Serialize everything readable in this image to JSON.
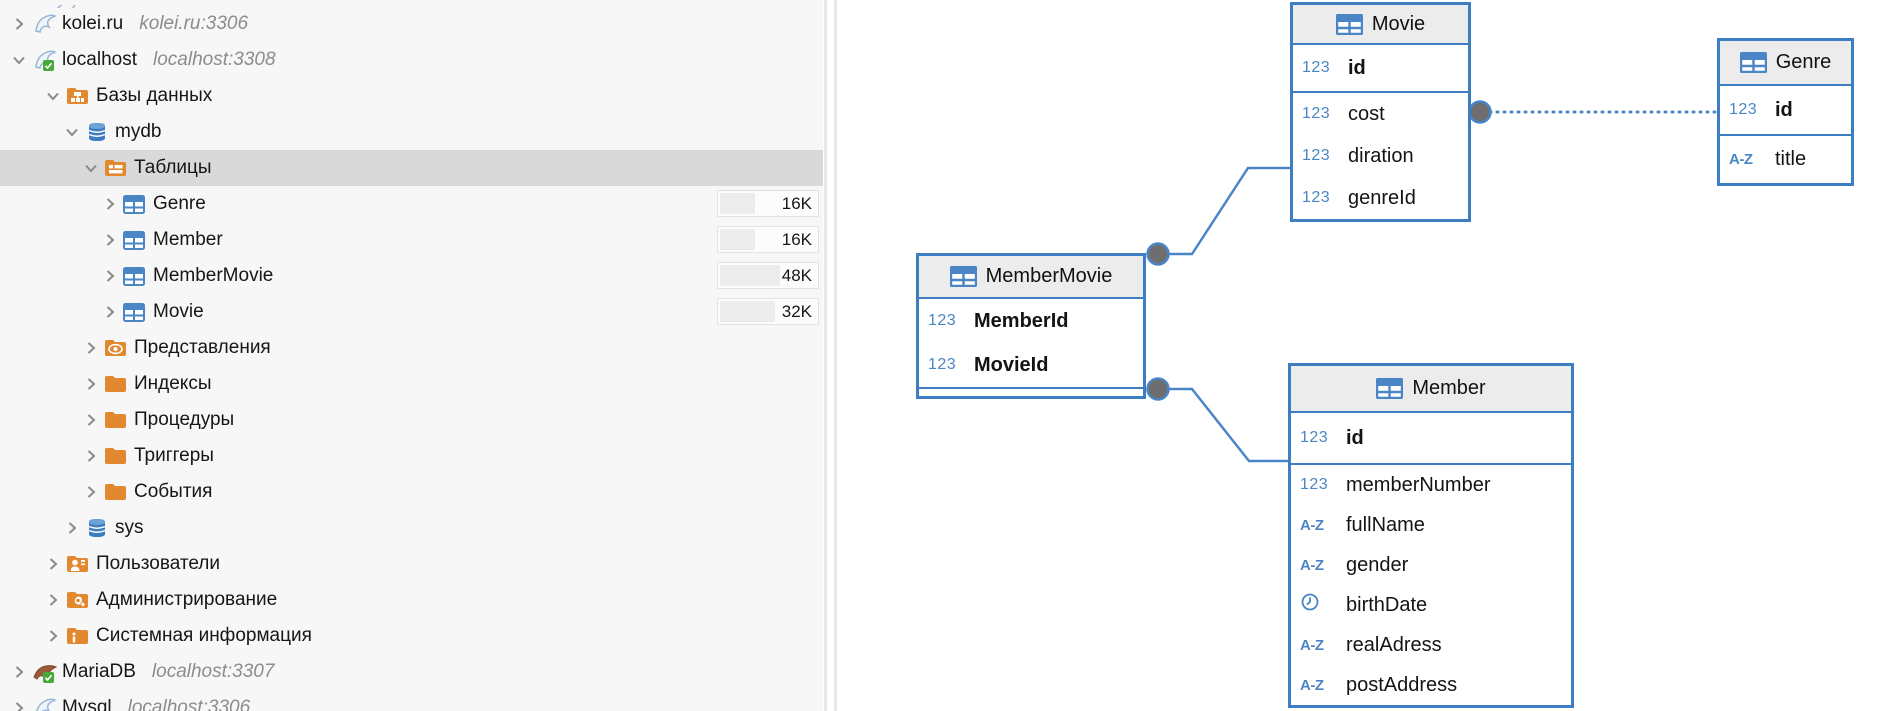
{
  "app": {
    "name": "DBeaver database navigator with ER diagram"
  },
  "colors": {
    "accent_blue": "#3d7dc1",
    "icon_blue": "#4a86c6",
    "folder_orange": "#e2882f",
    "selected_row": "#d9d9d9",
    "panel_bg": "#f7f7f7",
    "detail_gray": "#8c8c8c",
    "connector_dot": "#6e6e6e",
    "check_green": "#47a83c"
  },
  "navigator": {
    "rows": [
      {
        "key": "kolei-ru",
        "label": "kolei.ru",
        "detail": "kolei.ru:3306",
        "depth": 0,
        "chevron": "collapsed",
        "icon": "mysql-dolphin-icon"
      },
      {
        "key": "localhost",
        "label": "localhost",
        "detail": "localhost:3308",
        "depth": 0,
        "chevron": "expanded",
        "icon": "mysql-dolphin-connected-icon"
      },
      {
        "key": "databases",
        "label": "Базы данных",
        "depth": 1,
        "chevron": "expanded",
        "icon": "databases-folder-icon"
      },
      {
        "key": "mydb",
        "label": "mydb",
        "depth": 2,
        "chevron": "expanded",
        "icon": "database-icon"
      },
      {
        "key": "tables-folder",
        "label": "Таблицы",
        "depth": 3,
        "chevron": "expanded",
        "icon": "tables-folder-icon",
        "selected": true
      },
      {
        "key": "genre",
        "label": "Genre",
        "depth": 4,
        "chevron": "collapsed",
        "icon": "table-icon",
        "size": "16K",
        "size_fill_pct": 35
      },
      {
        "key": "member",
        "label": "Member",
        "depth": 4,
        "chevron": "collapsed",
        "icon": "table-icon",
        "size": "16K",
        "size_fill_pct": 35
      },
      {
        "key": "membermovie",
        "label": "MemberMovie",
        "depth": 4,
        "chevron": "collapsed",
        "icon": "table-icon",
        "size": "48K",
        "size_fill_pct": 60
      },
      {
        "key": "movie",
        "label": "Movie",
        "depth": 4,
        "chevron": "collapsed",
        "icon": "table-icon",
        "size": "32K",
        "size_fill_pct": 55
      },
      {
        "key": "views",
        "label": "Представления",
        "depth": 3,
        "chevron": "collapsed",
        "icon": "views-folder-icon"
      },
      {
        "key": "indexes",
        "label": "Индексы",
        "depth": 3,
        "chevron": "collapsed",
        "icon": "folder-icon"
      },
      {
        "key": "procedures",
        "label": "Процедуры",
        "depth": 3,
        "chevron": "collapsed",
        "icon": "folder-icon"
      },
      {
        "key": "triggers",
        "label": "Триггеры",
        "depth": 3,
        "chevron": "collapsed",
        "icon": "folder-icon"
      },
      {
        "key": "events",
        "label": "События",
        "depth": 3,
        "chevron": "collapsed",
        "icon": "folder-icon"
      },
      {
        "key": "sys",
        "label": "sys",
        "depth": 2,
        "chevron": "collapsed",
        "icon": "database-icon"
      },
      {
        "key": "users",
        "label": "Пользователи",
        "depth": 1,
        "chevron": "collapsed",
        "icon": "users-folder-icon"
      },
      {
        "key": "administration",
        "label": "Администрирование",
        "depth": 1,
        "chevron": "collapsed",
        "icon": "admin-folder-icon"
      },
      {
        "key": "system-info",
        "label": "Системная информация",
        "depth": 1,
        "chevron": "collapsed",
        "icon": "info-folder-icon"
      },
      {
        "key": "mariadb",
        "label": "MariaDB",
        "detail": "localhost:3307",
        "depth": 0,
        "chevron": "collapsed",
        "icon": "mariadb-connected-icon"
      },
      {
        "key": "mysql",
        "label": "Mysql",
        "detail": "localhost:3306",
        "depth": 0,
        "chevron": "collapsed",
        "icon": "mysql-dolphin-icon"
      }
    ]
  },
  "diagram": {
    "tables": [
      {
        "name": "Movie",
        "columns": [
          {
            "type": "number",
            "name": "id",
            "pk": true
          },
          {
            "type": "number",
            "name": "cost"
          },
          {
            "type": "number",
            "name": "diration"
          },
          {
            "type": "number",
            "name": "genreId"
          }
        ]
      },
      {
        "name": "Genre",
        "columns": [
          {
            "type": "number",
            "name": "id",
            "pk": true
          },
          {
            "type": "text",
            "name": "title"
          }
        ]
      },
      {
        "name": "MemberMovie",
        "columns": [
          {
            "type": "number",
            "name": "MemberId",
            "pk": true
          },
          {
            "type": "number",
            "name": "MovieId",
            "pk": true
          }
        ]
      },
      {
        "name": "Member",
        "columns": [
          {
            "type": "number",
            "name": "id",
            "pk": true
          },
          {
            "type": "number",
            "name": "memberNumber"
          },
          {
            "type": "text",
            "name": "fullName"
          },
          {
            "type": "text",
            "name": "gender"
          },
          {
            "type": "date",
            "name": "birthDate"
          },
          {
            "type": "text",
            "name": "realAdress"
          },
          {
            "type": "text",
            "name": "postAddress"
          }
        ]
      }
    ],
    "connections": [
      {
        "from": "MemberMovie",
        "to": "Movie",
        "style": "solid"
      },
      {
        "from": "MemberMovie",
        "to": "Member",
        "style": "solid"
      },
      {
        "from": "Movie",
        "to": "Genre",
        "style": "dotted"
      }
    ],
    "type_icon_labels": {
      "number": "123",
      "text": "A-Z",
      "date": "clock"
    }
  }
}
